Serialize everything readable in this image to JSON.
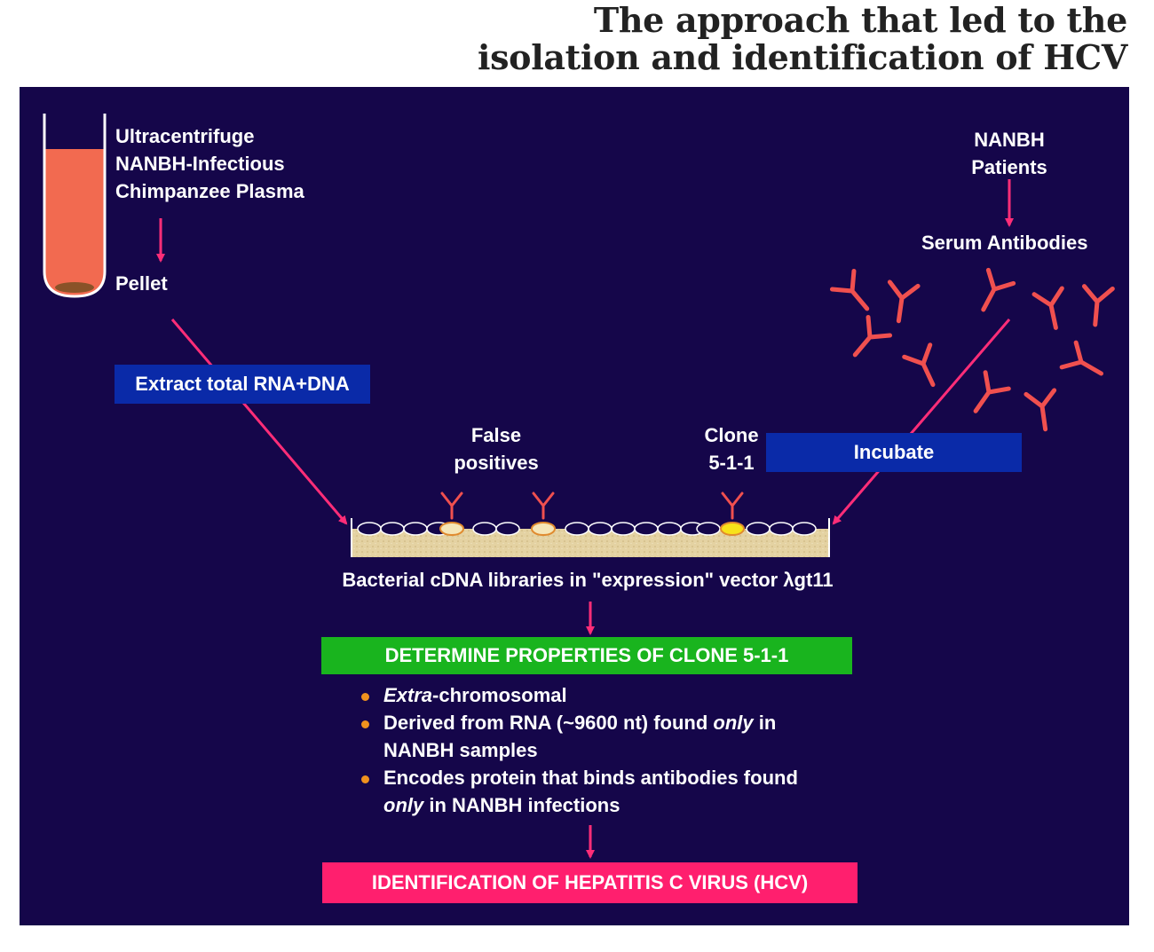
{
  "title_lines": [
    "The approach that led to the",
    "isolation and identification of HCV"
  ],
  "colors": {
    "panel": "#15064a",
    "arrow": "#ff2d78",
    "antibody": "#f0504f",
    "blue_box": "#0a2aa8",
    "green_box": "#19b41e",
    "pink_box": "#ff1f6e",
    "bullet": "#f0921e",
    "tube_fluid": "#f26a50"
  },
  "source": {
    "lines": [
      "Ultracentrifuge",
      "NANBH-Infectious",
      "Chimpanzee Plasma"
    ],
    "pellet": "Pellet"
  },
  "patients": {
    "lines": [
      "NANBH",
      "Patients"
    ],
    "serum": "Serum Antibodies"
  },
  "extract_box": "Extract total RNA+DNA",
  "incubate_box": "Incubate",
  "false_positives": [
    "False",
    "positives"
  ],
  "clone_label": [
    "Clone",
    "5-1-1"
  ],
  "library_caption": "Bacterial cDNA libraries in \"expression\" vector λgt11",
  "determine_box": "DETERMINE PROPERTIES OF CLONE 5-1-1",
  "bullets": [
    {
      "parts": [
        {
          "text": "Extra",
          "em": true
        },
        {
          "text": "-chromosomal",
          "em": false
        }
      ]
    },
    {
      "parts": [
        {
          "text": "Derived from RNA (~9600 nt) found ",
          "em": false
        },
        {
          "text": "only",
          "em": true
        },
        {
          "text": " in",
          "em": false
        }
      ]
    },
    {
      "parts": [
        {
          "text": "NANBH samples",
          "em": false
        }
      ],
      "continuation": true
    },
    {
      "parts": [
        {
          "text": "Encodes protein that binds antibodies found",
          "em": false
        }
      ]
    },
    {
      "parts": [
        {
          "text": "only",
          "em": true
        },
        {
          "text": " in NANBH infections",
          "em": false
        }
      ],
      "continuation": true
    }
  ],
  "result_box": "IDENTIFICATION OF HEPATITIS C VIRUS (HCV)"
}
